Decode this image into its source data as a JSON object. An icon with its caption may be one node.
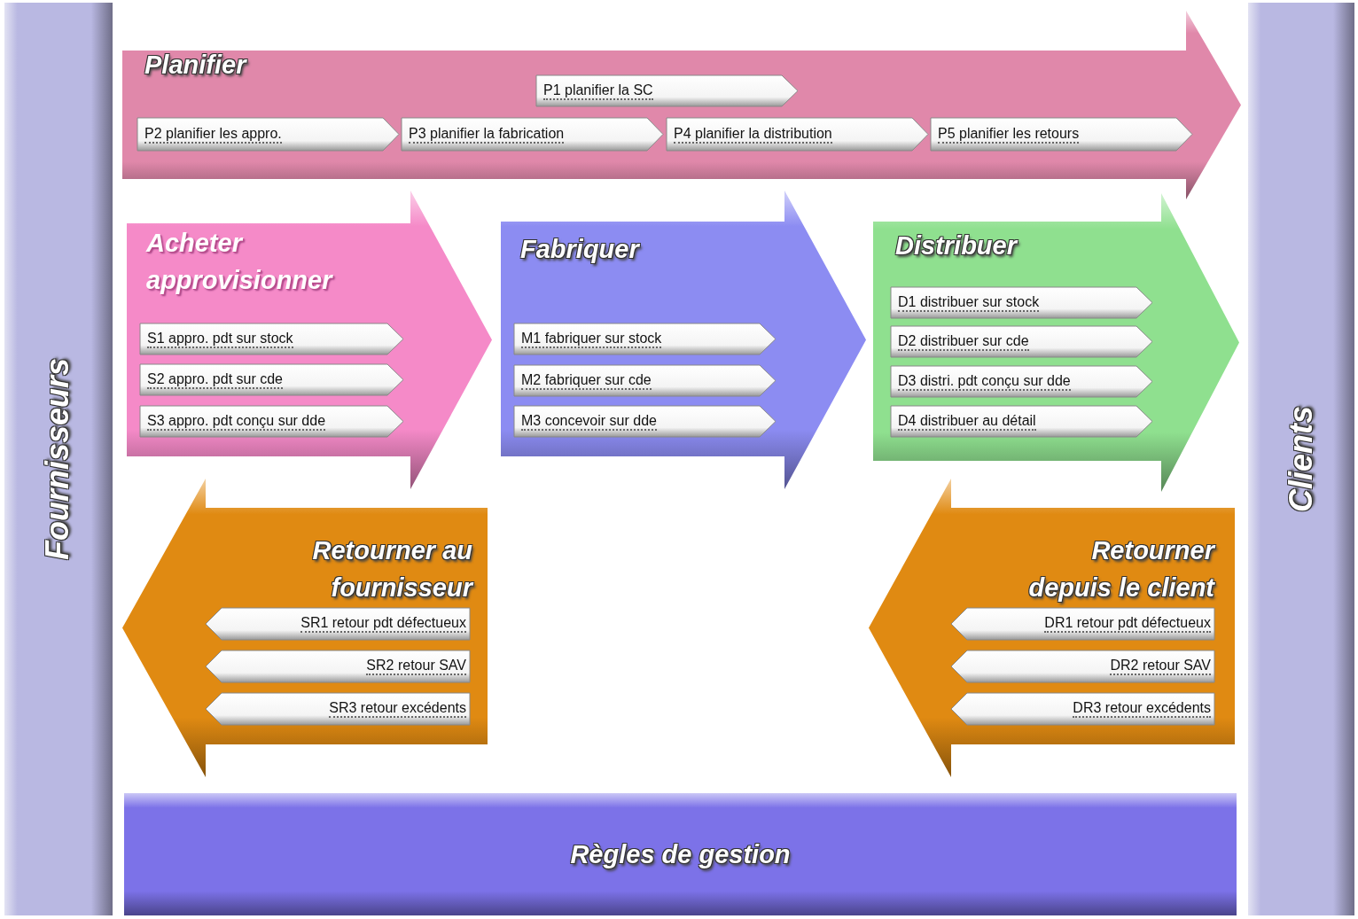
{
  "diagram": {
    "nodes": [
      {
        "text": [
          "Fournisseurs"
        ]
      },
      {
        "text": [
          "Planifier"
        ]
      },
      {
        "text": [
          "P1 planifier la SC"
        ],
        "in": 1
      },
      {
        "text": [
          "P2  planifier les appro."
        ],
        "in": 1
      },
      {
        "text": [
          "P3 planifier la fabrication"
        ],
        "in": 1
      },
      {
        "text": [
          "P4 planifier la distribution"
        ],
        "in": 1
      },
      {
        "text": [
          "P5 planifier les retours"
        ],
        "in": 1
      },
      {
        "text": [
          "Acheter approvisionner"
        ]
      },
      {
        "text": [
          "S1 appro. pdt sur stock"
        ],
        "in": 7
      },
      {
        "text": [
          "S2 appro.  pdt sur cde"
        ],
        "in": 7
      },
      {
        "text": [
          "S3 appro. pdt conçu sur dde"
        ],
        "in": 7
      },
      {
        "text": [
          "Fabriquer"
        ]
      },
      {
        "text": [
          "M1 fabriquer sur stock"
        ],
        "in": 11
      },
      {
        "text": [
          "M2 fabriquer sur cde"
        ],
        "in": 11
      },
      {
        "text": [
          "M3 concevoir sur dde"
        ],
        "in": 11
      },
      {
        "text": [
          "Distribuer"
        ]
      },
      {
        "text": [
          "D1 distribuer sur stock"
        ],
        "in": 15
      },
      {
        "text": [
          "D2 distribuer sur cde"
        ],
        "in": 15
      },
      {
        "text": [
          "D3 distri. pdt conçu sur dde"
        ],
        "in": 15
      },
      {
        "text": [
          "D4 distribuer au détail"
        ],
        "in": 15
      },
      {
        "text": [
          "Clients"
        ]
      },
      {
        "text": [
          "Retourner au fournisseur"
        ]
      },
      {
        "text": [
          "SR1 retour pdt défectueux"
        ],
        "in": 21
      },
      {
        "text": [
          "SR2 retour SAV"
        ],
        "in": 21
      },
      {
        "text": [
          "SR3 retour excédents"
        ],
        "in": 21
      },
      {
        "text": [
          "Retourner depuis le client"
        ]
      },
      {
        "text": [
          "DR1 retour pdt défectueux"
        ],
        "in": 25
      },
      {
        "text": [
          "DR2 retour SAV"
        ],
        "in": 25
      },
      {
        "text": [
          "DR3 retour excédents"
        ],
        "in": 25
      },
      {
        "text": [
          "Règles de gestion"
        ]
      }
    ]
  }
}
